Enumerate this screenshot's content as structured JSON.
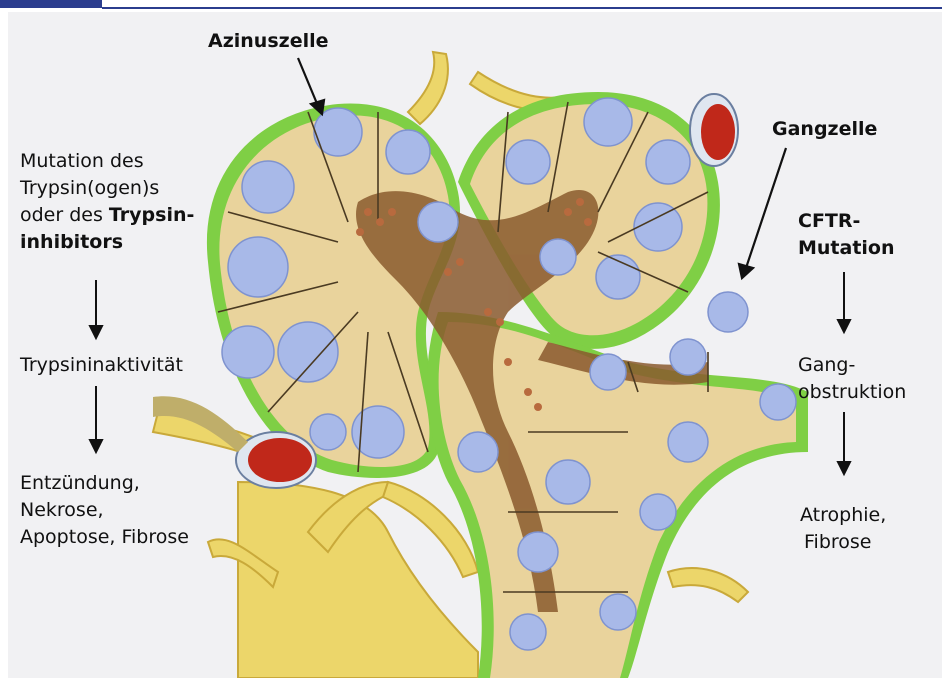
{
  "left_chain": {
    "cause_line1": "Mutation des",
    "cause_line2": "Trypsin(ogen)s",
    "cause_line3_plain": "oder des ",
    "cause_line3_bold": "Trypsin-",
    "cause_line4_bold": "inhibitors",
    "middle": "Trypsininaktivität",
    "outcome_line1": "Entzündung,",
    "outcome_line2": "Nekrose,",
    "outcome_line3": "Apoptose, Fibrose"
  },
  "right_chain": {
    "cause_line1": "CFTR-",
    "cause_line2": "Mutation",
    "middle_line1": "Gang-",
    "middle_line2": "obstruktion",
    "outcome_line1": "Atrophie,",
    "outcome_line2": "Fibrose"
  },
  "callouts": {
    "acinar_cell": "Azinuszelle",
    "duct_cell": "Gangzelle"
  },
  "colors": {
    "header_blue": "#2b3d8e",
    "panel_gray": "#f1f1f3",
    "membrane_green": "#7fcf45",
    "cytoplasm": "#e9d39c",
    "nucleus": "#a8b9e8",
    "lumen_brown": "#8a5a2e",
    "blood_red": "#c0281a",
    "nerve_yellow": "#ecd66a"
  }
}
